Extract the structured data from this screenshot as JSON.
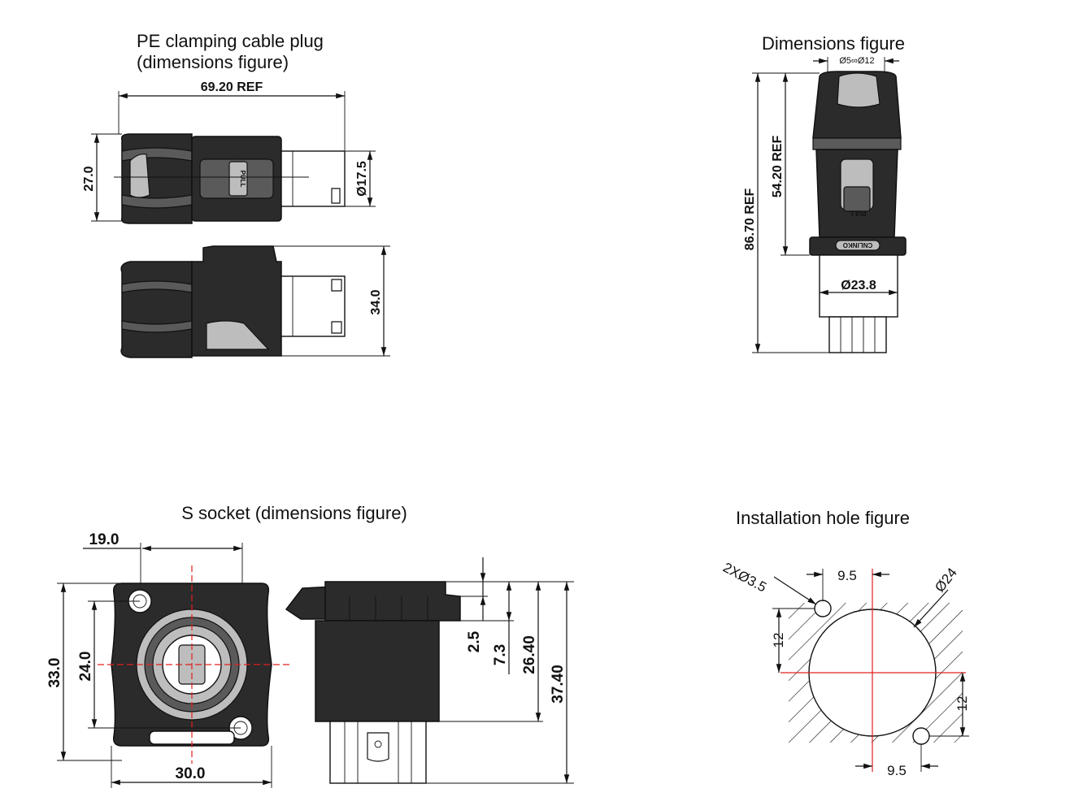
{
  "plug": {
    "title_line1": "PE clamping cable plug",
    "title_line2": "(dimensions figure)",
    "dim_length": "69.20 REF",
    "dim_height": "27.0",
    "dim_diameter": "Ø17.5",
    "dim_side_height": "34.0",
    "pull_label": "PULL"
  },
  "front": {
    "title": "Dimensions figure",
    "dim_cable": "Ø5∞Ø12",
    "dim_upper": "54.20 REF",
    "dim_total": "86.70 REF",
    "dim_diameter": "Ø23.8",
    "pull_label": "PULL",
    "brand_label": "CNLINKO"
  },
  "socket": {
    "title": "S socket (dimensions figure)",
    "dim_19": "19.0",
    "dim_33": "33.0",
    "dim_24": "24.0",
    "dim_30": "30.0",
    "dim_2_5": "2.5",
    "dim_7_3": "7.3",
    "dim_26_40": "26.40",
    "dim_37_40": "37.40"
  },
  "hole": {
    "title": "Installation hole figure",
    "holes_label": "2XØ3.5",
    "dim_dia": "Ø24",
    "dim_9_5_top": "9.5",
    "dim_12_left": "12",
    "dim_12_right": "12",
    "dim_9_5_bottom": "9.5"
  },
  "colors": {
    "body": "#2b2b2b",
    "centerline": "#e02020"
  }
}
